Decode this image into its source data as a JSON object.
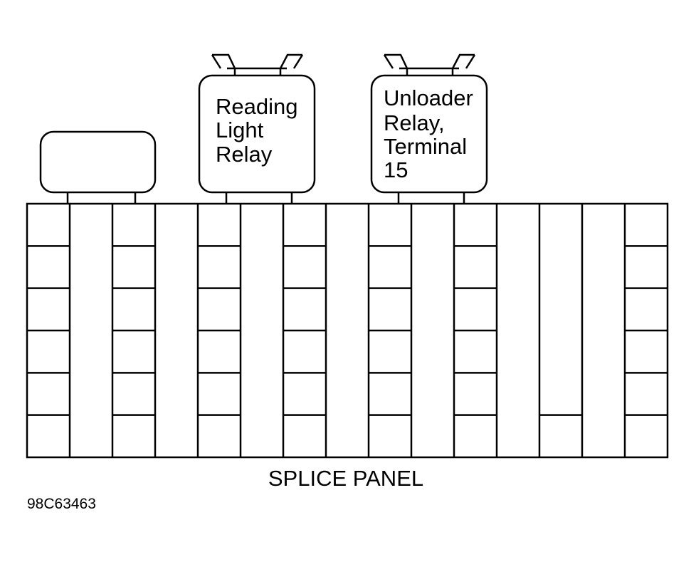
{
  "relays": [
    {
      "id": "empty",
      "label_lines": []
    },
    {
      "id": "reading-light",
      "label_lines": [
        "Reading",
        "Light",
        "Relay"
      ]
    },
    {
      "id": "unloader",
      "label_lines": [
        "Unloader",
        "Relay,",
        "Terminal",
        "15"
      ]
    }
  ],
  "panel": {
    "label": "SPLICE PANEL",
    "columns": 15,
    "rows": 6,
    "solid_columns": [
      1,
      3,
      5,
      7,
      9,
      11,
      13
    ],
    "bottom_only_columns": [
      12
    ],
    "bottom_only_column_row": 5
  },
  "figure_id": "98C63463",
  "colors": {
    "line": "#000000",
    "background": "#ffffff"
  }
}
